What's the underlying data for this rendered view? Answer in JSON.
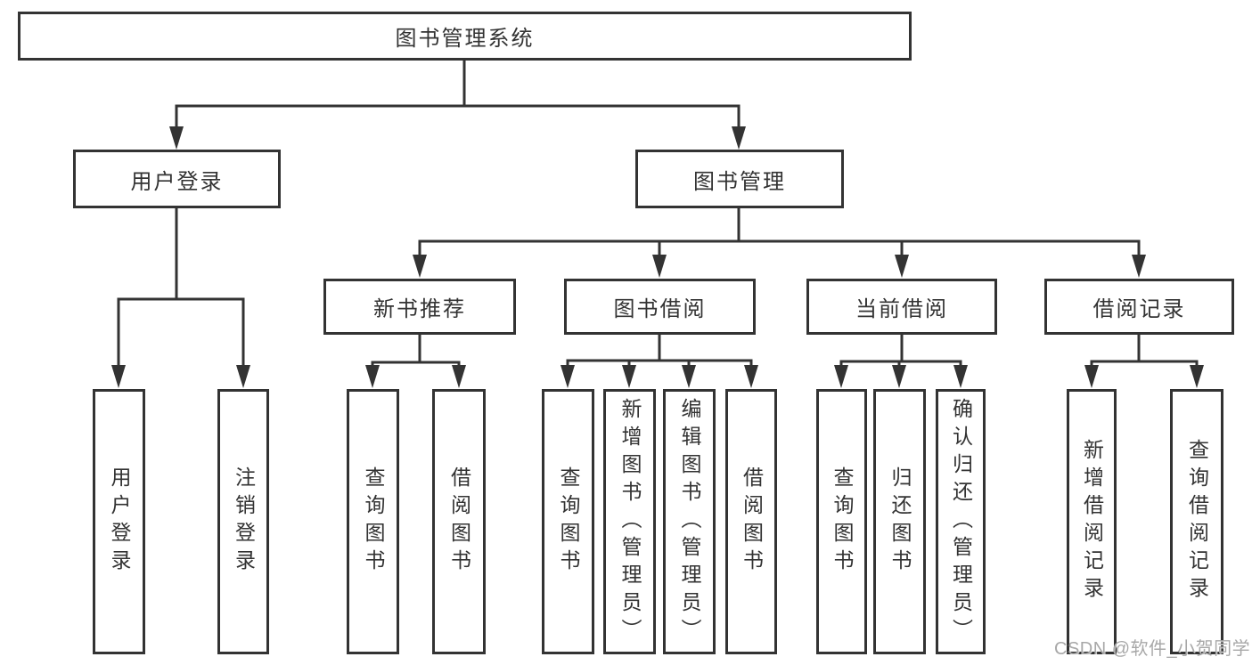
{
  "diagram": {
    "title": "图书管理系统",
    "root": {
      "label": "图书管理系统"
    },
    "level2": [
      {
        "id": "user-login",
        "label": "用户登录"
      },
      {
        "id": "book-management",
        "label": "图书管理"
      }
    ],
    "level3": [
      {
        "id": "new-book-recommend",
        "label": "新书推荐"
      },
      {
        "id": "book-borrowing",
        "label": "图书借阅"
      },
      {
        "id": "current-borrowing",
        "label": "当前借阅"
      },
      {
        "id": "borrowing-records",
        "label": "借阅记录"
      }
    ],
    "leaves": {
      "user_login": [
        {
          "label": "用户登录"
        },
        {
          "label": "注销登录"
        }
      ],
      "new_book_recommend": [
        {
          "label": "查询图书"
        },
        {
          "label": "借阅图书"
        }
      ],
      "book_borrowing": [
        {
          "label": "查询图书"
        },
        {
          "label": "新增图书（管理员）"
        },
        {
          "label": "编辑图书（管理员）"
        },
        {
          "label": "借阅图书"
        }
      ],
      "current_borrowing": [
        {
          "label": "查询图书"
        },
        {
          "label": "归还图书"
        },
        {
          "label": "确认归还（管理员）"
        }
      ],
      "borrowing_records": [
        {
          "label": "新增借阅记录"
        },
        {
          "label": "查询借阅记录"
        }
      ]
    },
    "watermark": "CSDN @软件_小贺同学",
    "colors": {
      "line": "#333333",
      "box_border": "#333333",
      "text": "#333333",
      "background": "#ffffff",
      "watermark": "#a8a8a8"
    }
  }
}
